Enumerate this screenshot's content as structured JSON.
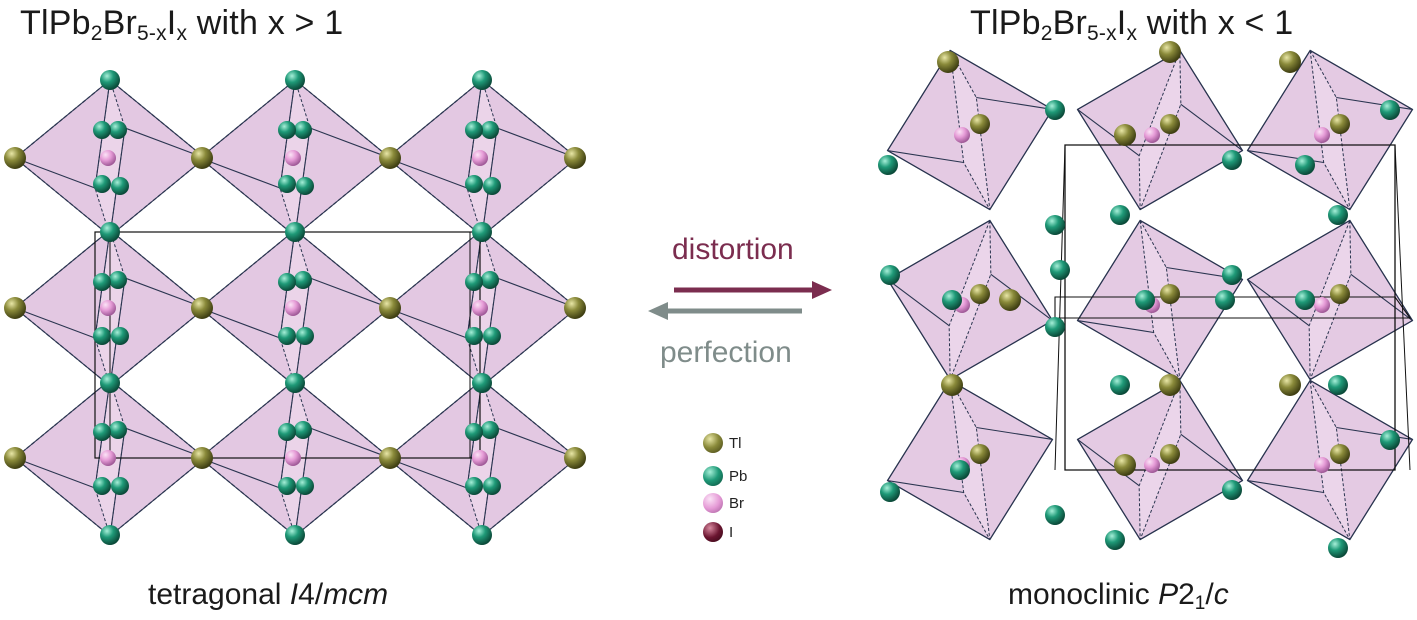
{
  "titles": {
    "left": {
      "base": "TlPb",
      "s1": "2",
      "mid": "Br",
      "s2": "5-x",
      "i": "I",
      "s3": "x",
      "rest": " with x > 1"
    },
    "right": {
      "base": "TlPb",
      "s1": "2",
      "mid": "Br",
      "s2": "5-x",
      "i": "I",
      "s3": "x",
      "rest": " with x < 1"
    }
  },
  "captions": {
    "left": {
      "word": "tetragonal ",
      "sym_a": "I",
      "sym_b": "4/",
      "sym_c": "mcm"
    },
    "right": {
      "word": "monoclinic ",
      "sym_a": "P",
      "sym_b": "2",
      "sub": "1",
      "sym_c": "/",
      "sym_d": "c"
    }
  },
  "arrows": {
    "forward": {
      "label": "distortion",
      "color": "#7b2d4f"
    },
    "backward": {
      "label": "perfection",
      "color": "#7f8c8a"
    }
  },
  "legend": [
    {
      "label": "Tl",
      "color": "#8a8a3a",
      "icon": "tl-atom-sphere"
    },
    {
      "label": "Pb",
      "color": "#1f9a78",
      "icon": "pb-atom-sphere"
    },
    {
      "label": "Br",
      "color": "#e59ad6",
      "icon": "br-atom-sphere"
    },
    {
      "label": "I",
      "color": "#6b1530",
      "icon": "i-atom-sphere"
    }
  ],
  "colors": {
    "polyhedron_face": "#d9b6d8",
    "polyhedron_edge": "#2a3550",
    "unit_cell": "#111111"
  }
}
